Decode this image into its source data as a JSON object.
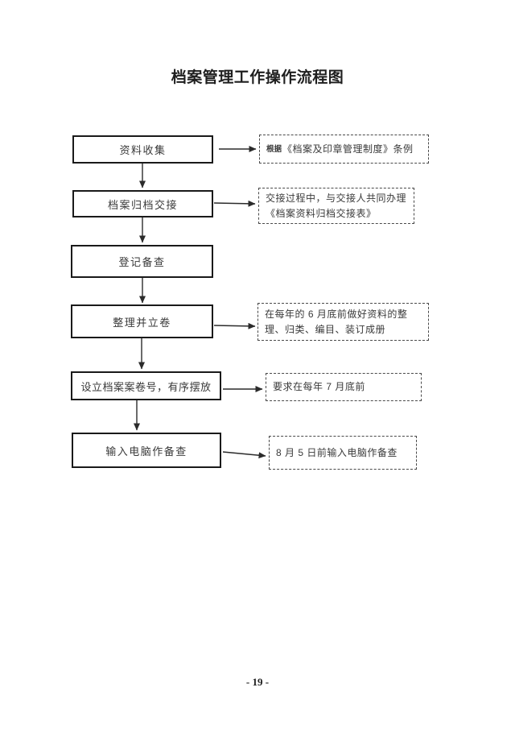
{
  "title": "档案管理工作操作流程图",
  "page_number": "- 19 -",
  "colors": {
    "background": "#ffffff",
    "box_border": "#1a1a1a",
    "box_text": "#3a3a3a",
    "note_border": "#4a4a4a",
    "arrow": "#2b2b2b",
    "title_text": "#1f1f1f"
  },
  "steps": [
    {
      "label": "资料收集"
    },
    {
      "label": "档案归档交接"
    },
    {
      "label": "登记备查"
    },
    {
      "label": "整理并立卷"
    },
    {
      "label": "设立档案案卷号，有序摆放"
    },
    {
      "label": "输入电脑作备查"
    }
  ],
  "notes": [
    {
      "prefix": "根据",
      "text": "《档案及印章管理制度》条例",
      "attached_to": "资料收集"
    },
    {
      "text": "交接过程中，与交接人共同办理《档案资料归档交接表》",
      "attached_to": "档案归档交接"
    },
    {
      "text": "在每年的 6 月底前做好资料的整理、归类、编目、装订成册",
      "attached_to": "整理并立卷"
    },
    {
      "text": "要求在每年 7 月底前",
      "attached_to": "设立档案案卷号，有序摆放"
    },
    {
      "text": "8 月 5 日前输入电脑作备查",
      "attached_to": "输入电脑作备查"
    }
  ]
}
